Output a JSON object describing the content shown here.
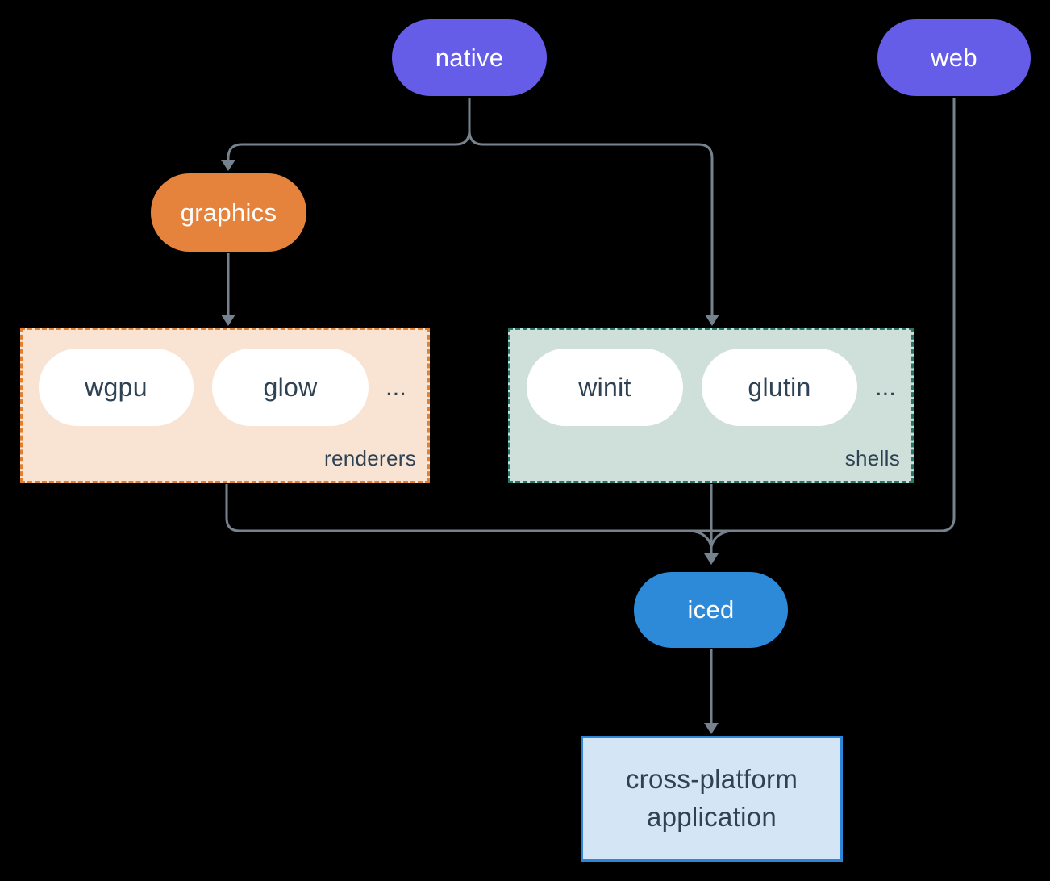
{
  "colors": {
    "background": "#000000",
    "purple": "#655CE8",
    "orange": "#E5823C",
    "blue": "#2D8AD8",
    "pill_white": "#FFFFFF",
    "white_text": "#FFFFFF",
    "dark_text": "#2E4254",
    "line": "#76838F",
    "renderers_fill": "#F9E4D3",
    "renderers_border": "#E2802F",
    "shells_fill": "#CFE0DA",
    "shells_border": "#25796B",
    "app_fill": "#D4E6F6",
    "app_border": "#2D86D8"
  },
  "nodes": {
    "native": {
      "label": "native"
    },
    "web": {
      "label": "web"
    },
    "graphics": {
      "label": "graphics"
    },
    "iced": {
      "label": "iced"
    },
    "app": {
      "label": "cross-platform application"
    }
  },
  "groups": {
    "renderers": {
      "label": "renderers",
      "items": [
        "wgpu",
        "glow"
      ],
      "more": "..."
    },
    "shells": {
      "label": "shells",
      "items": [
        "winit",
        "glutin"
      ],
      "more": "..."
    }
  }
}
